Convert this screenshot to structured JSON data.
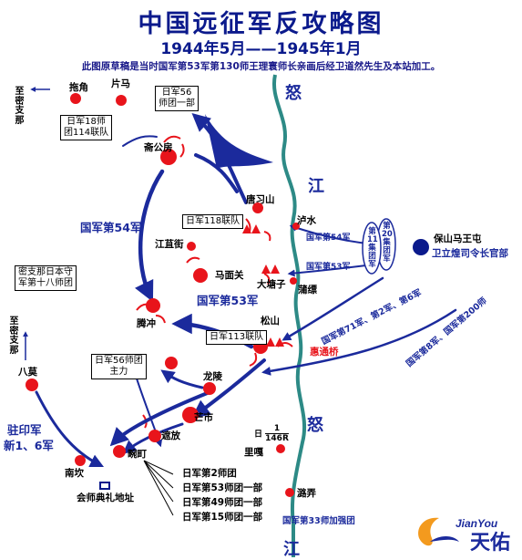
{
  "title": "中国远征军反攻略图",
  "subtitle": "1944年5月——1945年1月",
  "note": "此图原草稿是当时国军第53军第130师王理寰师长亲画后经卫道然先生及本站加工。",
  "rivers": [
    "怒",
    "江",
    "怒",
    "江"
  ],
  "places": {
    "paijiao": "拖角",
    "pianma": "片马",
    "zhaigongfang": "斋公房",
    "tangxishan": "唐习山",
    "lushui": "泸水",
    "jiangjujie": "江苴街",
    "mamianguan": "马面关",
    "datangzi": "大塘子",
    "pupiao": "蒲缥",
    "tengchong": "腾冲",
    "songshan": "松山",
    "longling": "龙陵",
    "mangshi": "芒市",
    "zhefang": "遮放",
    "wanding": "畹町",
    "bamo": "八莫",
    "nankan": "南坎",
    "lijia": "里嘎",
    "mengnong": "潞弄",
    "baoshan": "保山马王屯"
  },
  "labels": {
    "to_myitkyina_top": "至密支那",
    "to_myitkyina_left": "至密支那",
    "army54": "国军第54军",
    "army53": "国军第53军",
    "army54_small": "国军第54军",
    "army53_small": "国军第53军",
    "india_army": "驻印军",
    "india_army2": "新1、6军",
    "ceremony": "会师典礼地址",
    "huitong_bridge": "惠通桥",
    "hq": "卫立煌司令长官部",
    "army71": "国军第71军、第2军、第6军",
    "army8": "国军第8军、国军第200师",
    "army33": "国军第33师加强团",
    "jp_fraction_top": "日",
    "jp_fraction_num": "1",
    "jp_fraction_den": "146R"
  },
  "boxes": {
    "jp18_114": [
      "日军18师",
      "团114联队"
    ],
    "jp56_part": [
      "日军56",
      "师团一部"
    ],
    "jp118": [
      "日军118联队"
    ],
    "jp113": [
      "日军113联队"
    ],
    "jp56_main": [
      "日军56师团",
      "主力"
    ],
    "myitkyina_garrison": [
      "密支那日本守",
      "军第十八师团"
    ]
  },
  "group20": "第20集团军",
  "group11": "第11集团军",
  "jp_forces": [
    "日军第2师团",
    "日军第53师团一部",
    "日军第49师团一部",
    "日军第15师团一部"
  ],
  "watermark": "JianYou",
  "colors": {
    "army_arrow": "#1b2a9c",
    "city": "#e8141b",
    "river": "#2d8a86",
    "japan": "#e8141b"
  }
}
